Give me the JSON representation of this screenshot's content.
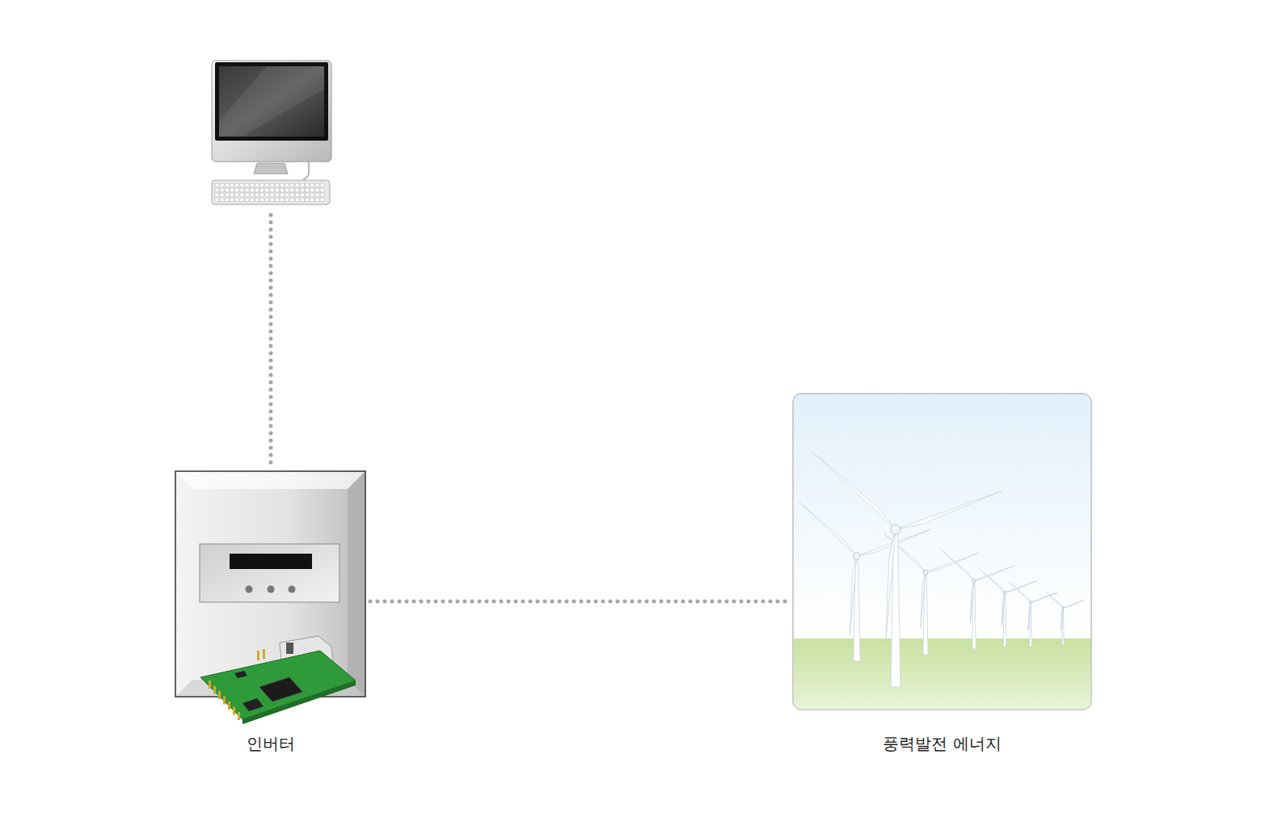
{
  "diagram": {
    "nodes": [
      {
        "text": [
          "인버터"
        ]
      },
      {
        "text": [
          "풍력발전 에너지"
        ]
      }
    ],
    "edges": [
      {
        "from": 0,
        "to": 1,
        "arrow": "none"
      }
    ]
  }
}
